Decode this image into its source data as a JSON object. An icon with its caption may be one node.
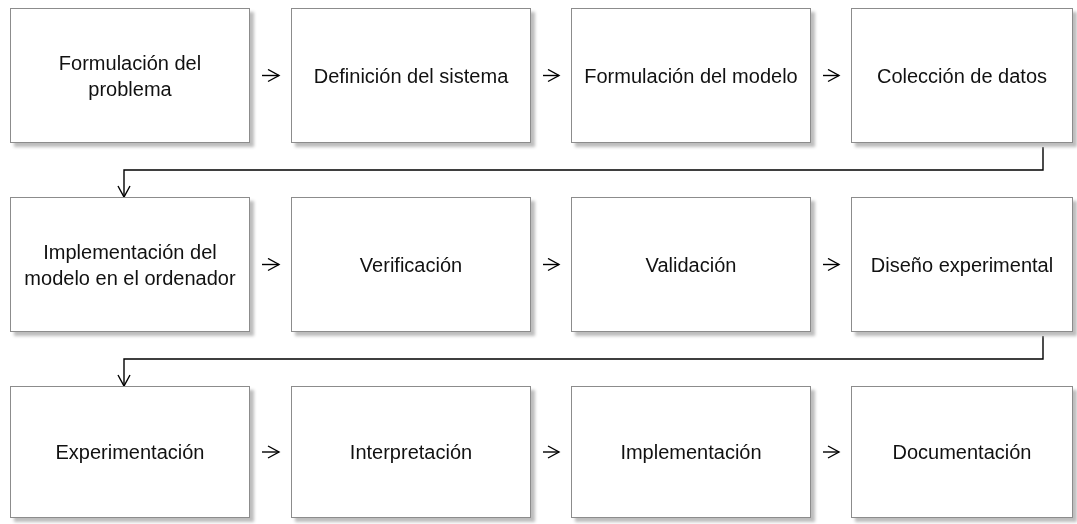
{
  "diagram": {
    "nodes": [
      {
        "text": [
          "Formulación del problema"
        ]
      },
      {
        "text": [
          "Definición del sistema"
        ]
      },
      {
        "text": [
          "Formulación del modelo"
        ]
      },
      {
        "text": [
          "Colección de datos"
        ]
      },
      {
        "text": [
          "Implementación del modelo en el ordenador"
        ]
      },
      {
        "text": [
          "Verificación"
        ]
      },
      {
        "text": [
          "Validación"
        ]
      },
      {
        "text": [
          "Diseño experimental"
        ]
      },
      {
        "text": [
          "Experimentación"
        ]
      },
      {
        "text": [
          "Interpretación"
        ]
      },
      {
        "text": [
          "Implementación"
        ]
      },
      {
        "text": [
          "Documentación"
        ]
      }
    ],
    "edges": [
      {
        "from": 0,
        "to": 1,
        "arrow": "to"
      },
      {
        "from": 1,
        "to": 2,
        "arrow": "to"
      },
      {
        "from": 2,
        "to": 3,
        "arrow": "to"
      },
      {
        "from": 3,
        "to": 4,
        "arrow": "to"
      },
      {
        "from": 4,
        "to": 5,
        "arrow": "to"
      },
      {
        "from": 5,
        "to": 6,
        "arrow": "to"
      },
      {
        "from": 6,
        "to": 7,
        "arrow": "to"
      },
      {
        "from": 7,
        "to": 8,
        "arrow": "to"
      },
      {
        "from": 8,
        "to": 9,
        "arrow": "to"
      },
      {
        "from": 9,
        "to": 10,
        "arrow": "to"
      },
      {
        "from": 10,
        "to": 11,
        "arrow": "to"
      }
    ]
  }
}
